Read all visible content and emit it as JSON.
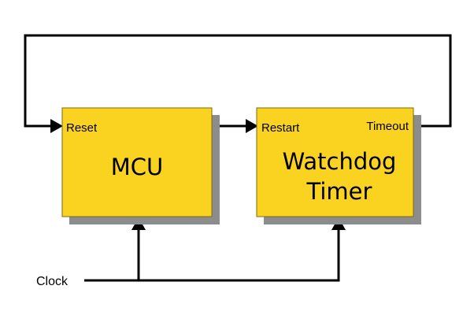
{
  "blocks": {
    "mcu": {
      "title": "MCU",
      "port_reset": "Reset"
    },
    "watchdog": {
      "title_line1": "Watchdog",
      "title_line2": "Timer",
      "port_restart": "Restart",
      "port_timeout": "Timeout"
    }
  },
  "signals": {
    "clock": "Clock"
  },
  "colors": {
    "block_fill": "#f9d320",
    "block_border": "#7a6a10",
    "block_shadow": "#8c8c8c",
    "wire": "#000000"
  }
}
